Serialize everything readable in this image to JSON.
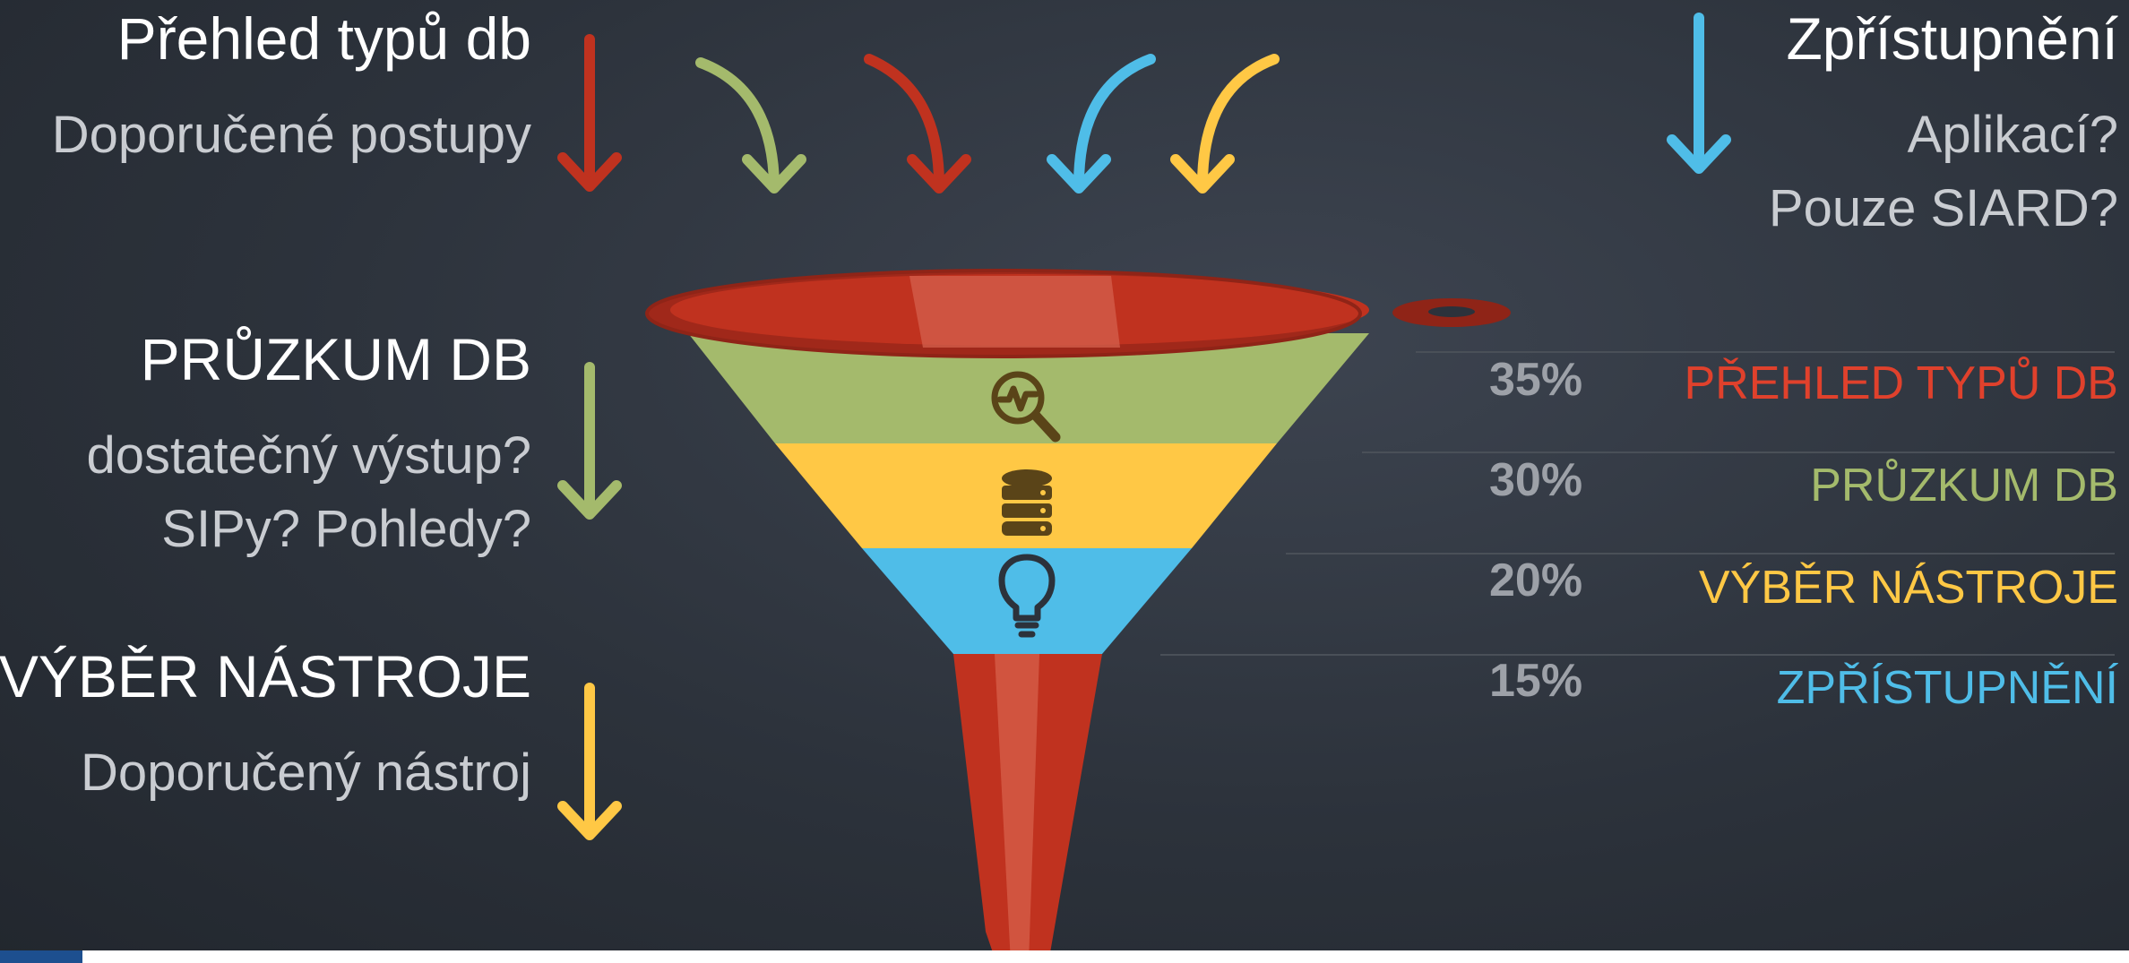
{
  "left": {
    "section1": {
      "title": "Přehled typů db",
      "lines": [
        "Doporučené postupy"
      ]
    },
    "section2": {
      "title": "PRŮZKUM DB",
      "lines": [
        "dostatečný výstup?",
        "SIPy? Pohledy?"
      ]
    },
    "section3": {
      "title": "VÝBĚR NÁSTROJE",
      "lines": [
        "Doporučený nástroj"
      ]
    }
  },
  "right": {
    "title": "Zpřístupnění",
    "lines": [
      "Aplikací?",
      "Pouze SIARD?"
    ]
  },
  "legend": [
    {
      "percent": "35%",
      "label": "PŘEHLED TYPŮ DB",
      "color": "#e0412c"
    },
    {
      "percent": "30%",
      "label": "PRŮZKUM DB",
      "color": "#a4ba6c"
    },
    {
      "percent": "20%",
      "label": "VÝBĚR NÁSTROJE",
      "color": "#ffc845"
    },
    {
      "percent": "15%",
      "label": "ZPŘÍSTUPNĚNÍ",
      "color": "#4fbde8"
    }
  ],
  "colors": {
    "red": "#c0321f",
    "green": "#a4ba6c",
    "yellow": "#ffc845",
    "blue": "#4fbde8",
    "icon": "#5a4418"
  },
  "icons": [
    "analytics-search-icon",
    "database-icon",
    "lightbulb-icon"
  ]
}
